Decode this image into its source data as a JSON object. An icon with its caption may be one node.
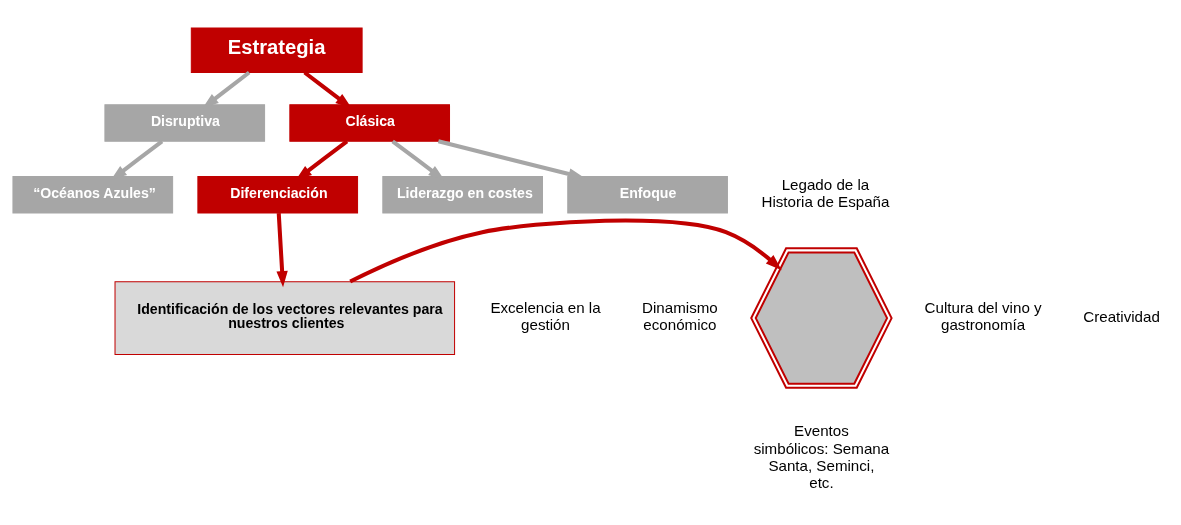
{
  "diagram": {
    "nodes": [
      {
        "text": [
          "Estrategia"
        ]
      },
      {
        "text": [
          "Disruptiva"
        ]
      },
      {
        "text": [
          "Clásica"
        ]
      },
      {
        "text": [
          "“Océanos Azules”"
        ]
      },
      {
        "text": [
          "Diferenciación"
        ]
      },
      {
        "text": [
          "Liderazgo en costes"
        ]
      },
      {
        "text": [
          "Enfoque"
        ]
      },
      {
        "text": [
          "Identificación de los vectores relevantes para nuestros clientes"
        ]
      },
      {
        "text": [],
        "shape": "picture"
      }
    ],
    "edges": [
      {
        "from": 0,
        "to": 1,
        "arrow": "to"
      },
      {
        "from": 0,
        "to": 2,
        "arrow": "to",
        "color": "#c00000"
      },
      {
        "from": 1,
        "to": 3,
        "arrow": "to"
      },
      {
        "from": 2,
        "to": 4,
        "arrow": "to",
        "color": "#c00000"
      },
      {
        "from": 2,
        "to": 5,
        "arrow": "to"
      },
      {
        "from": 2,
        "to": 6,
        "arrow": "to"
      },
      {
        "from": 4,
        "to": 7,
        "arrow": "to",
        "color": "#c00000"
      },
      {
        "from": 7,
        "to": 8,
        "arrow": "to",
        "color": "#c00000"
      }
    ],
    "labels": [
      "Legado de la Historia de España",
      "Excelencia en la gestión",
      "Cultura del vino y gastronomía",
      "Dinamismo económico",
      "Creatividad",
      "Eventos simbólicos: Semana Santa, Seminci, etc."
    ]
  }
}
